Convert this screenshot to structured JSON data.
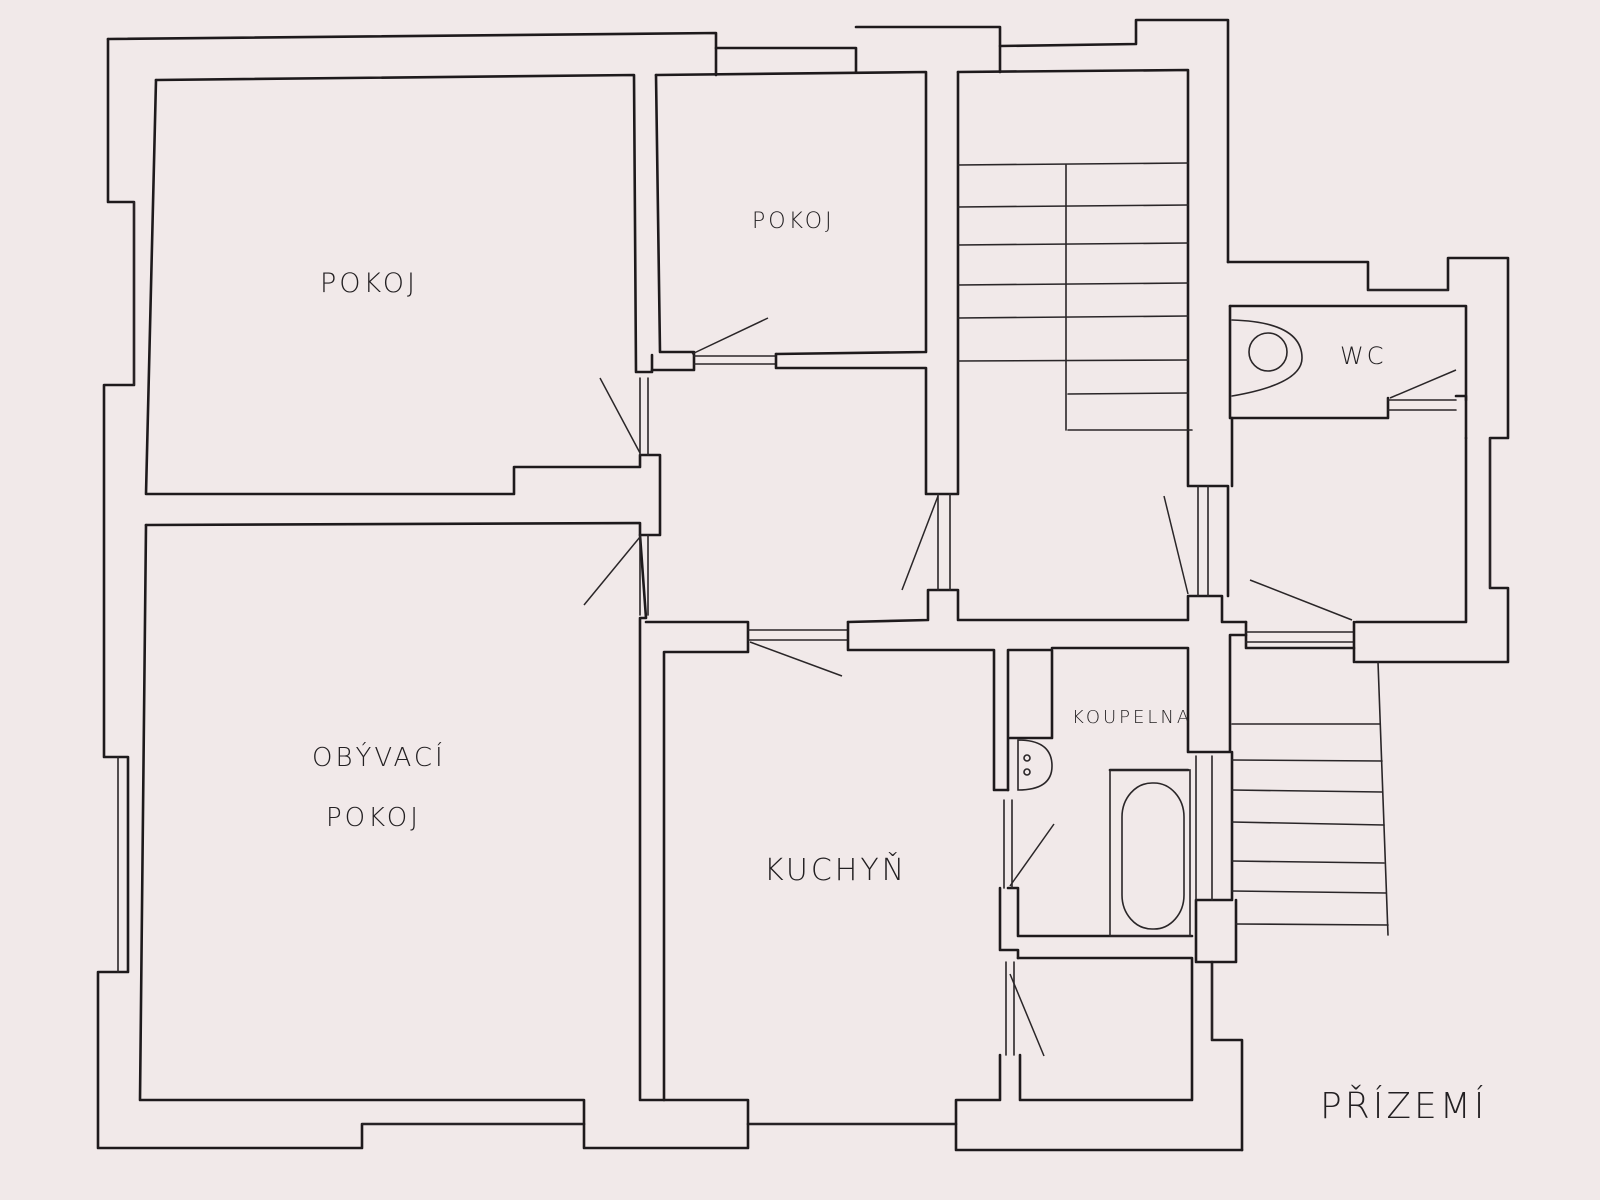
{
  "drawing": {
    "type": "floor-plan",
    "title": "PŘÍZEMÍ",
    "background": "#f1e9e9",
    "ink": "#1e1a1c"
  },
  "rooms": [
    {
      "id": "room-bedroom-1",
      "label": "POKOJ"
    },
    {
      "id": "room-bedroom-2",
      "label": "POKOJ"
    },
    {
      "id": "room-living",
      "label_line1": "OBÝVACÍ",
      "label_line2": "POKOJ"
    },
    {
      "id": "room-kitchen",
      "label": "KUCHYŇ"
    },
    {
      "id": "room-bathroom",
      "label": "KOUPELNA"
    },
    {
      "id": "room-toilet",
      "label": "WC"
    }
  ],
  "fixtures": [
    {
      "id": "toilet-bowl",
      "room": "WC"
    },
    {
      "id": "washbasin",
      "room": "KOUPELNA"
    },
    {
      "id": "bathtub",
      "room": "KOUPELNA"
    }
  ],
  "stairs": [
    {
      "id": "interior-staircase",
      "steps": 10
    },
    {
      "id": "exterior-entrance-steps",
      "steps": 8
    }
  ]
}
